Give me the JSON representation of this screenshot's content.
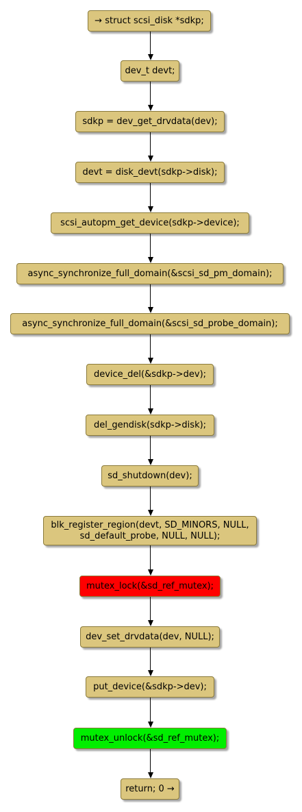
{
  "diagram": {
    "nodes": [
      {
        "label": "→ struct scsi_disk *sdkp;",
        "color": "#dbc67e"
      },
      {
        "label": "dev_t devt;",
        "color": "#dbc67e"
      },
      {
        "label": "sdkp = dev_get_drvdata(dev);",
        "color": "#dbc67e"
      },
      {
        "label": "devt = disk_devt(sdkp->disk);",
        "color": "#dbc67e"
      },
      {
        "label": "scsi_autopm_get_device(sdkp->device);",
        "color": "#dbc67e"
      },
      {
        "label": "async_synchronize_full_domain(&scsi_sd_pm_domain);",
        "color": "#dbc67e"
      },
      {
        "label": "async_synchronize_full_domain(&scsi_sd_probe_domain);",
        "color": "#dbc67e"
      },
      {
        "label": "device_del(&sdkp->dev);",
        "color": "#dbc67e"
      },
      {
        "label": "del_gendisk(sdkp->disk);",
        "color": "#dbc67e"
      },
      {
        "label": "sd_shutdown(dev);",
        "color": "#dbc67e"
      },
      {
        "label": "blk_register_region(devt, SD_MINORS, NULL,\nsd_default_probe, NULL, NULL);",
        "color": "#dbc67e"
      },
      {
        "label": "mutex_lock(&sd_ref_mutex);",
        "color": "#ff0000"
      },
      {
        "label": "dev_set_drvdata(dev, NULL);",
        "color": "#dbc67e"
      },
      {
        "label": "put_device(&sdkp->dev);",
        "color": "#dbc67e"
      },
      {
        "label": "mutex_unlock(&sd_ref_mutex);",
        "color": "#00ee00"
      },
      {
        "label": "return; 0 →",
        "color": "#dbc67e"
      }
    ]
  }
}
